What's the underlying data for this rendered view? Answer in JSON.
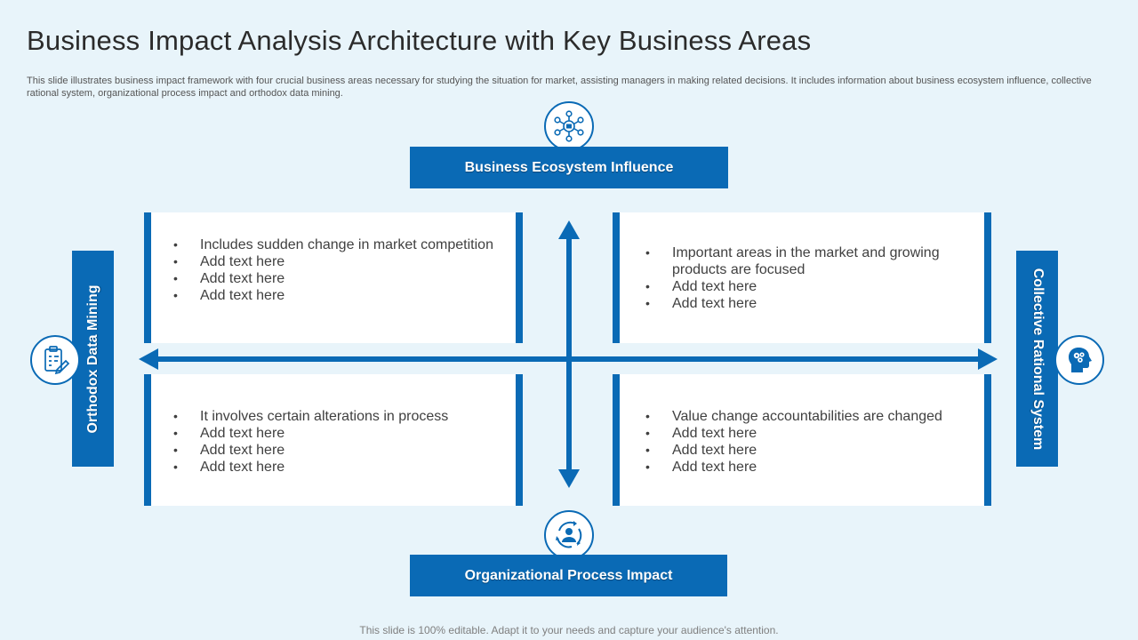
{
  "title": "Business Impact Analysis Architecture with Key Business Areas",
  "subtitle": "This slide illustrates business impact framework with four crucial business areas necessary for studying the situation for market, assisting managers in making related decisions. It includes information about business ecosystem influence, collective rational system, organizational process impact and orthodox data mining.",
  "areas": {
    "top": {
      "label": "Business Ecosystem Influence",
      "icon": "network-icon"
    },
    "bottom": {
      "label": "Organizational Process Impact",
      "icon": "cycle-people-icon"
    },
    "left": {
      "label": "Orthodox Data Mining",
      "icon": "clipboard-icon"
    },
    "right": {
      "label": "Collective Rational System",
      "icon": "brain-head-icon"
    }
  },
  "quadrants": {
    "top_left": {
      "items": [
        "Includes sudden change in market competition",
        "Add text here",
        "Add text here",
        "Add text here"
      ]
    },
    "top_right": {
      "items": [
        "Important areas in the market and growing products are focused",
        "Add text here",
        "Add text here"
      ]
    },
    "bottom_left": {
      "items": [
        "It involves certain alterations in process",
        "Add text here",
        "Add text here",
        "Add text here"
      ]
    },
    "bottom_right": {
      "items": [
        "Value change accountabilities are changed",
        "Add text here",
        "Add text here",
        "Add text here"
      ]
    }
  },
  "footer": "This slide is 100% editable. Adapt it to your needs and capture your audience's attention.",
  "colors": {
    "accent": "#0a6ab5",
    "background": "#e8f4fa"
  }
}
